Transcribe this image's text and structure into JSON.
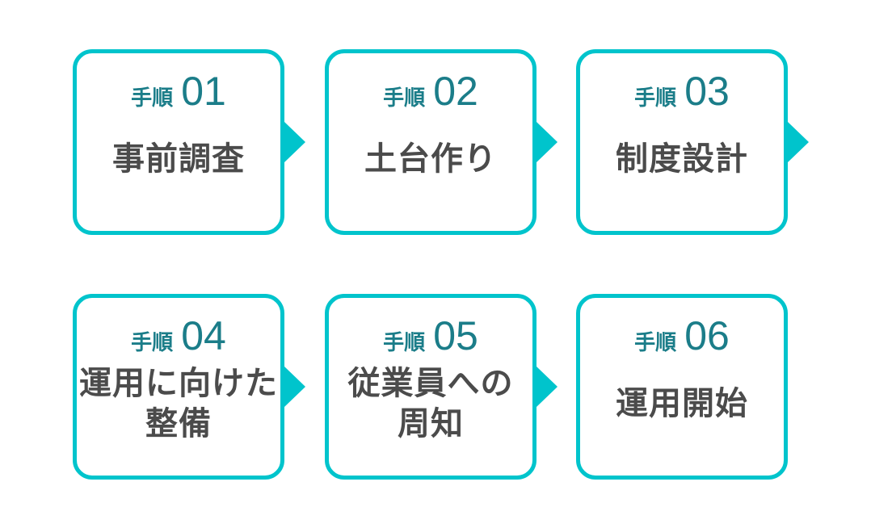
{
  "diagram": {
    "type": "process-flow",
    "step_label": "手順",
    "steps": [
      {
        "number": "01",
        "title": "事前調査",
        "arrow_after": true
      },
      {
        "number": "02",
        "title": "土台作り",
        "arrow_after": true
      },
      {
        "number": "03",
        "title": "制度設計",
        "arrow_after": true
      },
      {
        "number": "04",
        "title": "運用に向けた\n整備",
        "arrow_after": true
      },
      {
        "number": "05",
        "title": "従業員への\n周知",
        "arrow_after": true
      },
      {
        "number": "06",
        "title": "運用開始",
        "arrow_after": false
      }
    ]
  },
  "colors": {
    "accent_cyan": "#00C4CC",
    "step_number_teal": "#1B7D89",
    "title_gray": "#4B4B4B",
    "card_background": "#FFFFFF",
    "page_background": "#FFFFFF"
  }
}
